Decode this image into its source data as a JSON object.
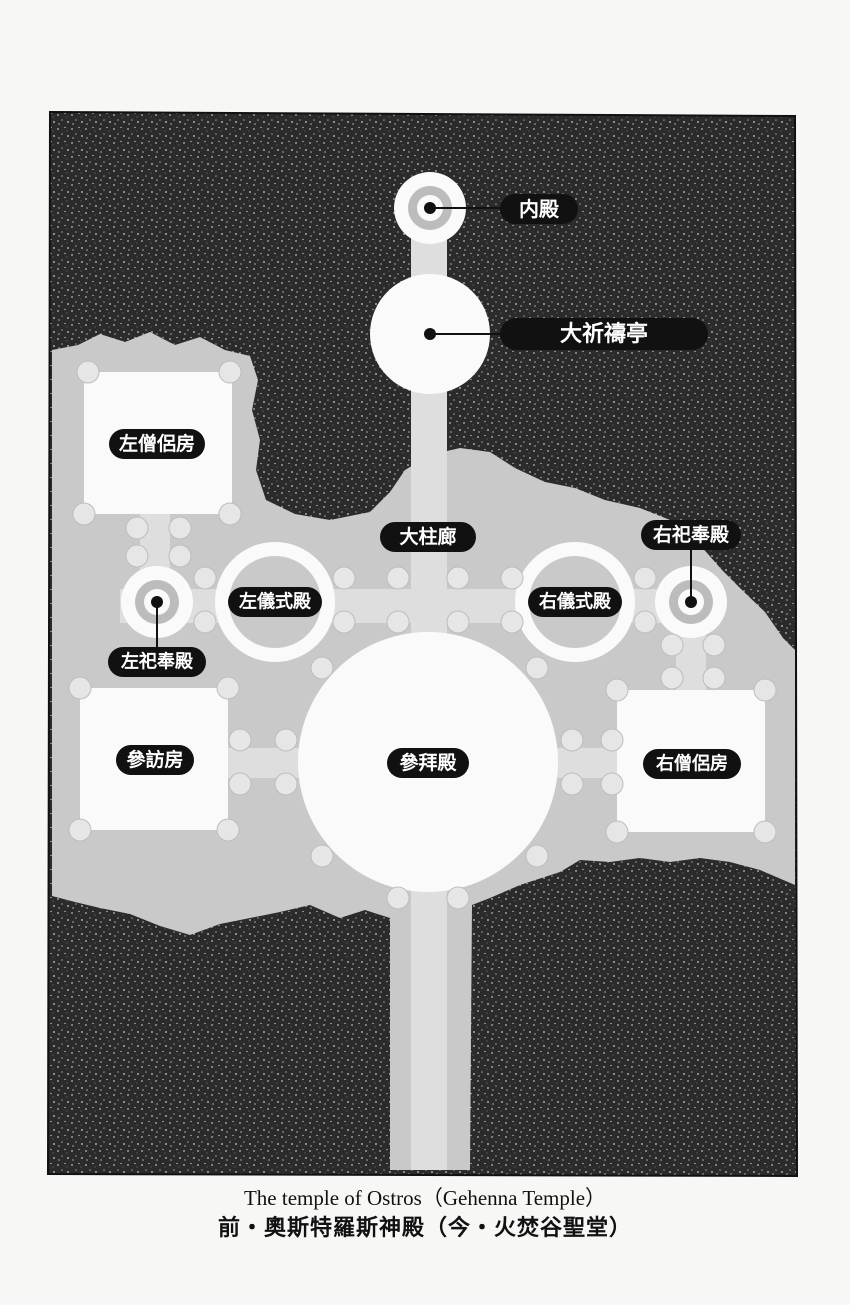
{
  "labels": {
    "inner_hall": "内殿",
    "grand_prayer": "大祈禱亭",
    "left_monks": "左僧侶房",
    "colonnade": "大柱廊",
    "right_shrine": "右祀奉殿",
    "left_ritual": "左儀式殿",
    "right_ritual": "右儀式殿",
    "left_shrine": "左祀奉殿",
    "visitors": "參訪房",
    "worship_hall": "參拜殿",
    "right_monks": "右僧侶房"
  },
  "caption": {
    "english": "The temple of Ostros（Gehenna Temple）",
    "chinese": "前・奧斯特羅斯神殿（今・火焚谷聖堂）"
  },
  "colors": {
    "rock": "#2d2d2d",
    "floor": "#c9c9c9",
    "path": "#e0e0e0",
    "room": "#fafafa",
    "label_bg": "#111111",
    "paper": "#f7f7f5"
  }
}
